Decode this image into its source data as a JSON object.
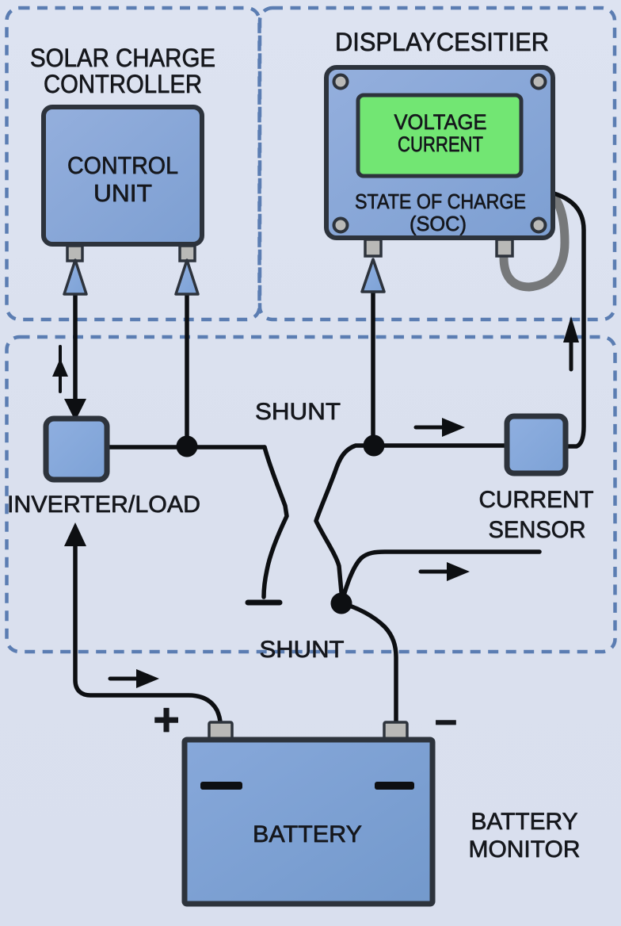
{
  "colors": {
    "background": "#dce2f0",
    "dashed_border": "#5b7db2",
    "wire": "#0d0f12",
    "component_fill": "#8aaad9",
    "component_border": "#2d333c",
    "screen_green": "#72e673",
    "pin_gray": "#b9b9b7",
    "cable_gray": "#76787a",
    "text": "#15171c"
  },
  "sections": {
    "solar_charge_controller": {
      "title_line1": "SOLAR CHARGE",
      "title_line2": "CONTROLLER",
      "control_unit_line1": "CONTROL",
      "control_unit_line2": "UNIT"
    },
    "display_unit": {
      "title": "DISPLAYCESITIER",
      "screen_line1": "VOLTAGE",
      "screen_line2": "CURRENT",
      "soc_line1": "STATE OF CHARGE",
      "soc_line2": "(SOC)"
    },
    "monitor": {
      "shunt_upper": "SHUNT",
      "shunt_lower": "SHUNT",
      "inverter_load": "INVERTER/LOAD",
      "current_sensor_line1": "CURRENT",
      "current_sensor_line2": "SENSOR"
    },
    "battery": {
      "label": "BATTERY",
      "positive": "+",
      "negative": "−",
      "monitor_line1": "BATTERY",
      "monitor_line2": "MONITOR"
    }
  }
}
